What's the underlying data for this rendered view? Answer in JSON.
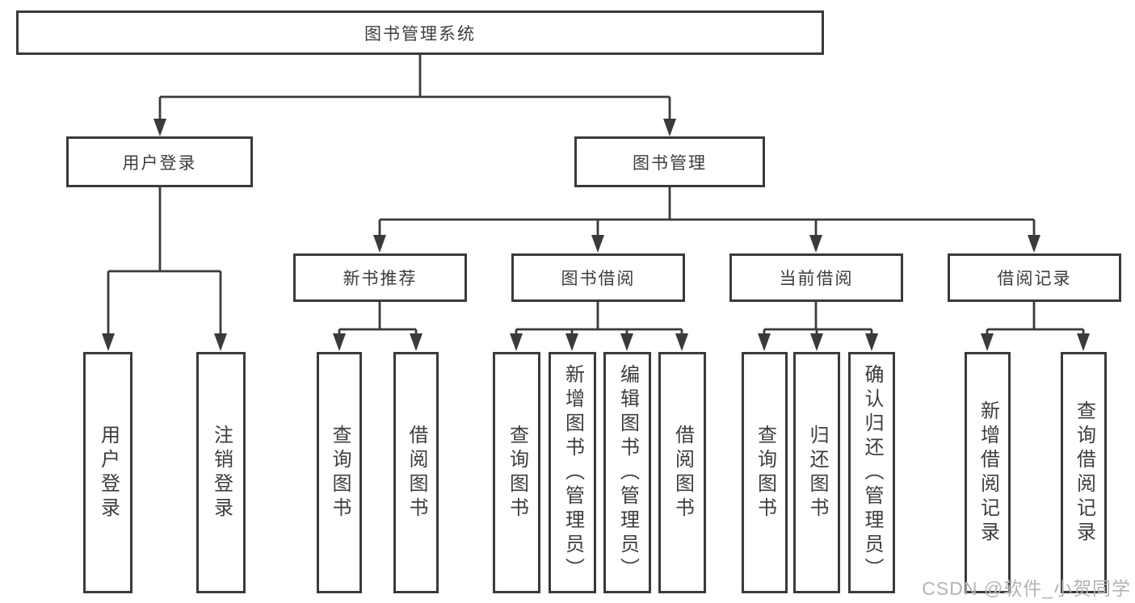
{
  "diagram": {
    "type": "hierarchy-tree",
    "colors": {
      "line": "#3a3a3a",
      "box_border": "#3a3a3a",
      "box_fill": "#ffffff",
      "text": "#3d3d3d",
      "background": "#ffffff",
      "watermark": "#b2b4b4"
    },
    "tree": {
      "label": "图书管理系统",
      "children": [
        {
          "label": "用户登录",
          "children": [
            {
              "label": "用户登录"
            },
            {
              "label": "注销登录"
            }
          ]
        },
        {
          "label": "图书管理",
          "children": [
            {
              "label": "新书推荐",
              "children": [
                {
                  "label": "查询图书"
                },
                {
                  "label": "借阅图书"
                }
              ]
            },
            {
              "label": "图书借阅",
              "children": [
                {
                  "label": "查询图书"
                },
                {
                  "label": "新增图书（管理员）"
                },
                {
                  "label": "编辑图书（管理员）"
                },
                {
                  "label": "借阅图书"
                }
              ]
            },
            {
              "label": "当前借阅",
              "children": [
                {
                  "label": "查询图书"
                },
                {
                  "label": "归还图书"
                },
                {
                  "label": "确认归还（管理员）"
                }
              ]
            },
            {
              "label": "借阅记录",
              "children": [
                {
                  "label": "新增借阅记录"
                },
                {
                  "label": "查询借阅记录"
                }
              ]
            }
          ]
        }
      ]
    }
  },
  "watermark": {
    "text": "CSDN @软件_小贺同学"
  }
}
